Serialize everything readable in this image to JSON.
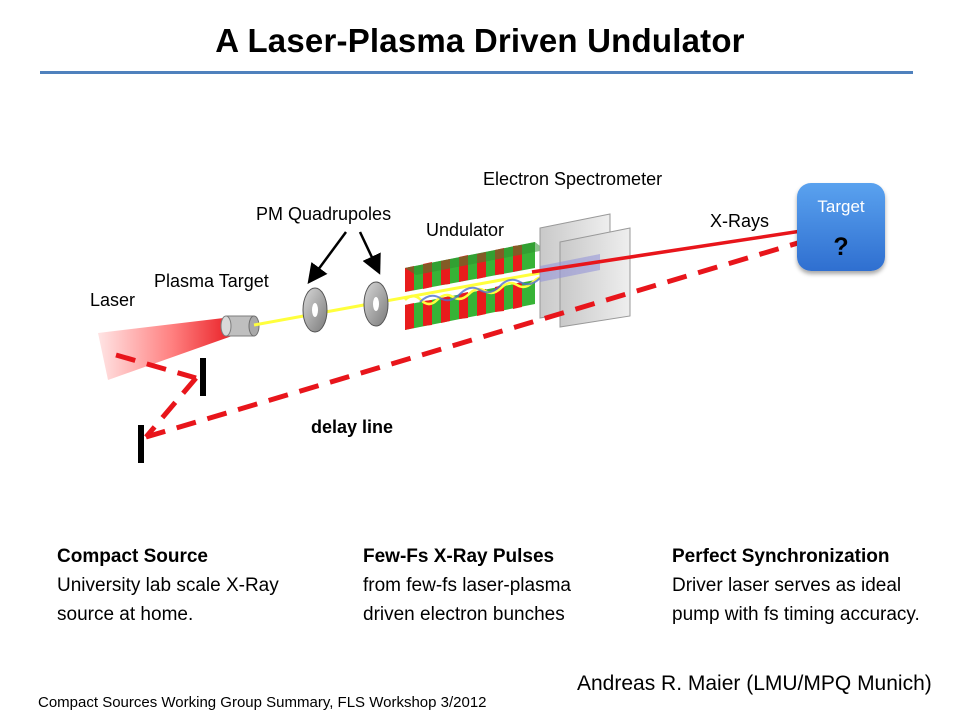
{
  "title": "A Laser-Plasma Driven Undulator",
  "diagram": {
    "labels": {
      "laser": "Laser",
      "plasma_target": "Plasma Target",
      "pm_quadrupoles": "PM Quadrupoles",
      "undulator": "Undulator",
      "electron_spectrometer": "Electron Spectrometer",
      "xrays": "X-Rays",
      "delay_line": "delay line",
      "target": "Target",
      "target_mark": "?"
    },
    "colors": {
      "laser_red": "#e8151b",
      "beam_yellow": "#ffff3c",
      "magnet_red": "#e81c1c",
      "magnet_green": "#37b336",
      "accent_blue": "#4f81bd",
      "target_blue": "#3d86e0"
    }
  },
  "columns": [
    {
      "heading": "Compact Source",
      "text": "University lab scale X-Ray source at home."
    },
    {
      "heading": "Few-Fs X-Ray Pulses",
      "text": "from few-fs laser-plasma driven electron bunches"
    },
    {
      "heading": "Perfect Synchronization",
      "text": "Driver laser serves as ideal pump with fs timing accuracy."
    }
  ],
  "author": "Andreas R. Maier (LMU/MPQ Munich)",
  "footer": "Compact Sources Working Group Summary, FLS Workshop 3/2012"
}
